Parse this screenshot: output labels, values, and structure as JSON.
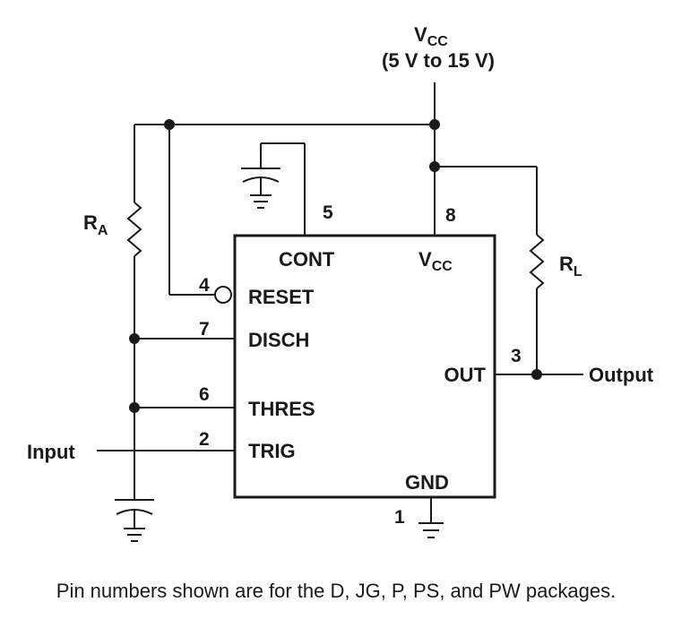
{
  "supply": {
    "label": "V",
    "subscript": "CC",
    "range": "(5 V to 15 V)"
  },
  "chip": {
    "pins": {
      "cont": {
        "number": "5",
        "name": "CONT"
      },
      "vcc": {
        "number": "8",
        "name": "V",
        "subscript": "CC"
      },
      "reset": {
        "number": "4",
        "name": "RESET"
      },
      "disch": {
        "number": "7",
        "name": "DISCH"
      },
      "out": {
        "number": "3",
        "name": "OUT"
      },
      "thres": {
        "number": "6",
        "name": "THRES"
      },
      "trig": {
        "number": "2",
        "name": "TRIG"
      },
      "gnd": {
        "number": "1",
        "name": "GND"
      }
    }
  },
  "components": {
    "ra": {
      "label": "R",
      "subscript": "A"
    },
    "rl": {
      "label": "R",
      "subscript": "L"
    }
  },
  "signals": {
    "input": "Input",
    "output": "Output"
  },
  "caption": "Pin numbers shown are for the D, JG, P, PS, and PW packages."
}
